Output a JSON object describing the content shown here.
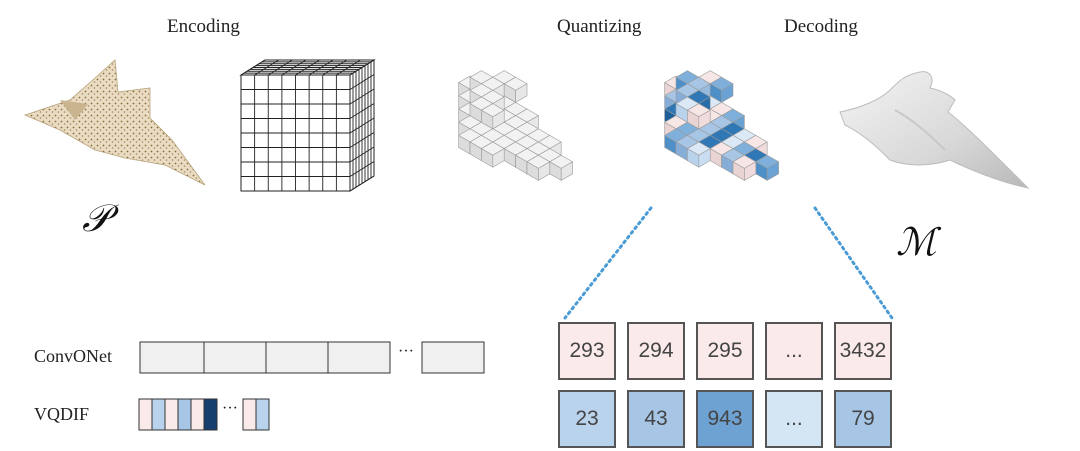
{
  "stages": {
    "encoding": "Encoding",
    "quantizing": "Quantizing",
    "decoding": "Decoding"
  },
  "symbols": {
    "point_cloud": "𝒫",
    "mesh": "ℳ"
  },
  "rows": {
    "convonet_label": "ConvONet",
    "vqdif_label": "VQDIF",
    "ellipsis": "···"
  },
  "codebook": {
    "top_row": [
      "293",
      "294",
      "295",
      "...",
      "3432"
    ],
    "bottom_row": [
      "23",
      "43",
      "943",
      "...",
      "79"
    ]
  },
  "colors": {
    "top_fill": "#fbeaea",
    "bottom_light": "#b9d3ec",
    "bottom_mid": "#a7c6e6",
    "bottom_dark": "#6ea2d3",
    "bottom_faint": "#d4e5f4",
    "dotted_line": "#4a9bd6"
  }
}
